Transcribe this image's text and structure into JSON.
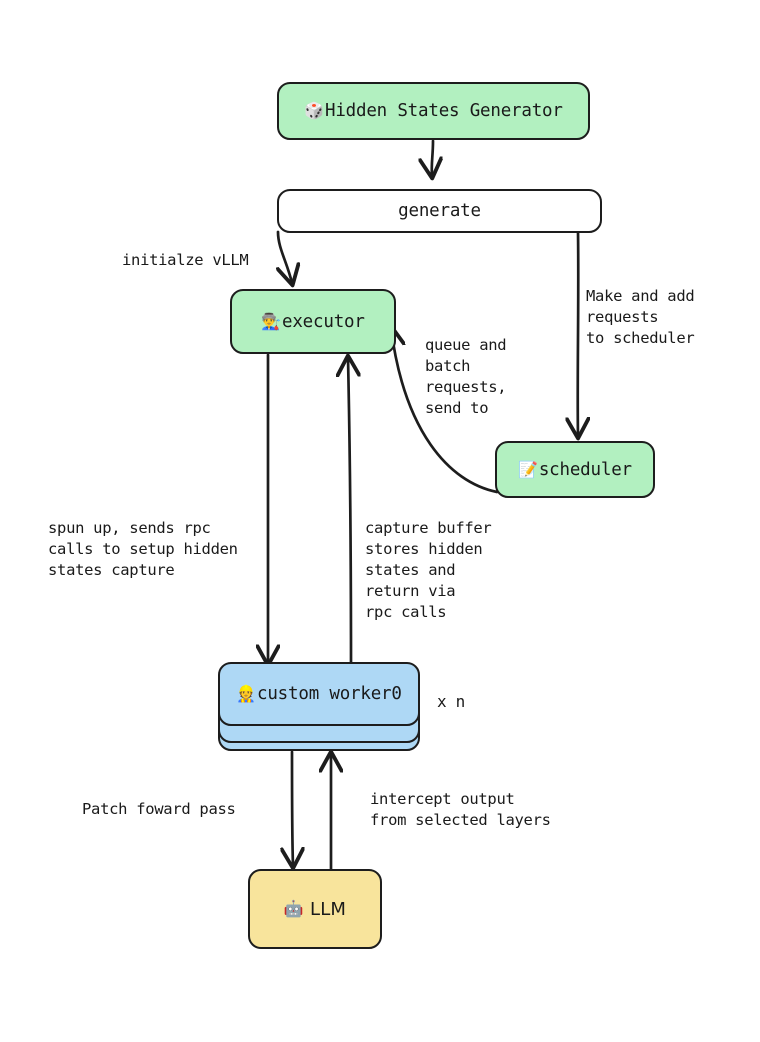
{
  "diagram": {
    "type": "flowchart",
    "title": "Hidden States Generator architecture flow",
    "background": "#ffffff",
    "colors": {
      "green": "#b2f0c0",
      "blue": "#aed8f5",
      "yellow": "#f8e49c",
      "white": "#ffffff",
      "stroke": "#1d1d1d",
      "text": "#1a1a1a"
    },
    "nodes": [
      {
        "id": "hidden-states-generator",
        "label": "Hidden States Generator",
        "emoji": "🎲",
        "emoji_name": "game-die-icon",
        "fill": "#b2f0c0"
      },
      {
        "id": "generate",
        "label": "generate",
        "emoji": "",
        "emoji_name": "",
        "fill": "#ffffff"
      },
      {
        "id": "executor",
        "label": "executor",
        "emoji": "👨‍🏭",
        "emoji_name": "factory-worker-icon",
        "fill": "#b2f0c0"
      },
      {
        "id": "scheduler",
        "label": "scheduler",
        "emoji": "📝",
        "emoji_name": "memo-icon",
        "fill": "#b2f0c0"
      },
      {
        "id": "custom-worker0",
        "label": "custom worker0",
        "emoji": "👷",
        "emoji_name": "construction-worker-icon",
        "fill": "#aed8f5",
        "stacked": true,
        "multiplicity": "x n"
      },
      {
        "id": "llm",
        "label": "LLM",
        "emoji": "🤖",
        "emoji_name": "robot-icon",
        "fill": "#f8e49c"
      }
    ],
    "edges": [
      {
        "id": "hsg-to-generate",
        "from": "hidden-states-generator",
        "to": "generate",
        "label": ""
      },
      {
        "id": "generate-to-executor",
        "from": "generate",
        "to": "executor",
        "label": "initialze vLLM"
      },
      {
        "id": "generate-to-scheduler",
        "from": "generate",
        "to": "scheduler",
        "label": "Make and add\nrequests\nto scheduler"
      },
      {
        "id": "scheduler-to-executor",
        "from": "scheduler",
        "to": "executor",
        "label": "queue and\nbatch\nrequests,\nsend to"
      },
      {
        "id": "executor-to-worker",
        "from": "executor",
        "to": "custom-worker0",
        "label": "spun up, sends rpc\ncalls to setup hidden\nstates capture"
      },
      {
        "id": "worker-to-executor",
        "from": "custom-worker0",
        "to": "executor",
        "label": "capture buffer\nstores hidden\nstates and\nreturn via\nrpc calls"
      },
      {
        "id": "worker-to-llm",
        "from": "custom-worker0",
        "to": "llm",
        "label": "Patch foward pass"
      },
      {
        "id": "llm-to-worker",
        "from": "llm",
        "to": "custom-worker0",
        "label": "intercept output\nfrom selected layers"
      }
    ],
    "labels": {
      "initialze_vllm": "initialze vLLM",
      "make_and_add": "Make and add\nrequests\nto scheduler",
      "queue_and_batch": "queue and\nbatch\nrequests,\nsend to",
      "spun_up": "spun up, sends rpc\ncalls to setup hidden\nstates capture",
      "capture_buffer": "capture buffer\nstores hidden\nstates and\nreturn via\nrpc calls",
      "patch_forward": "Patch foward pass",
      "intercept_output": "intercept output\nfrom selected layers",
      "multiplicity": "x n"
    }
  }
}
